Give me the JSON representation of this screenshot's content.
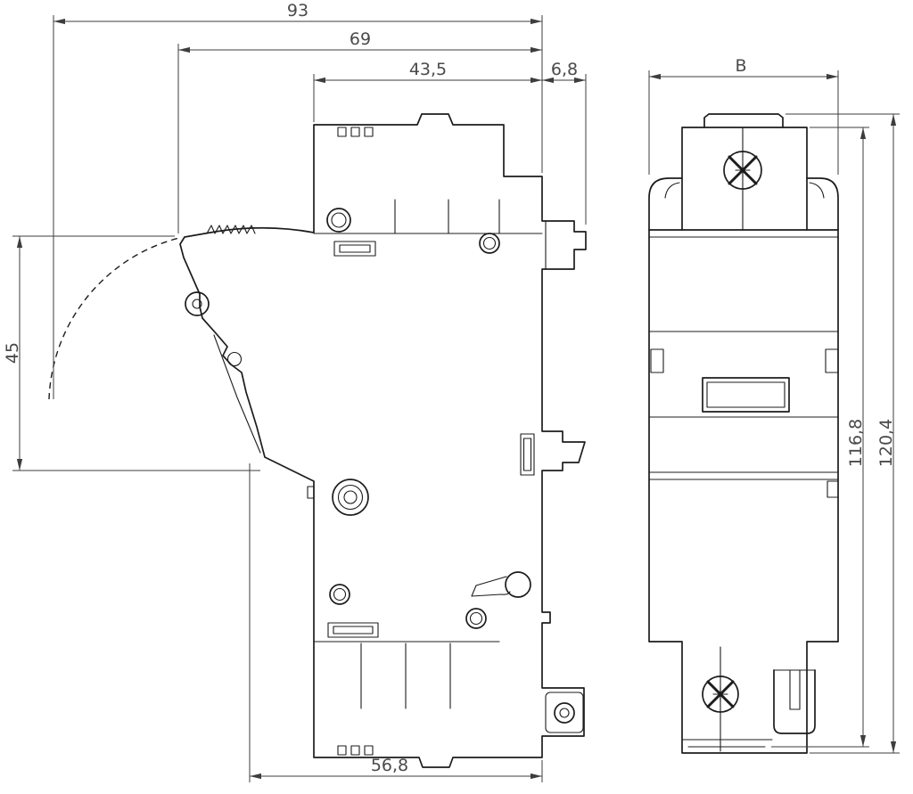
{
  "dims": {
    "d93": "93",
    "d69": "69",
    "d43_5": "43,5",
    "d6_8": "6,8",
    "d45": "45",
    "d56_8": "56,8",
    "dB": "B",
    "d116_8": "116,8",
    "d120_4": "120,4"
  }
}
